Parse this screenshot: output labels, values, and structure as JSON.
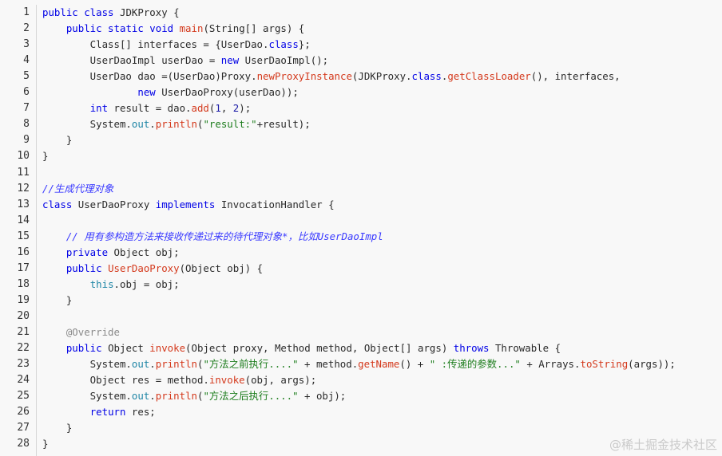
{
  "code_lines": [
    {
      "n": "1",
      "tokens": [
        [
          "kw",
          "public class "
        ],
        [
          "txt",
          "JDKProxy {"
        ]
      ]
    },
    {
      "n": "2",
      "tokens": [
        [
          "txt",
          "    "
        ],
        [
          "kw",
          "public static void "
        ],
        [
          "fn",
          "main"
        ],
        [
          "txt",
          "(String[] args) {"
        ]
      ]
    },
    {
      "n": "3",
      "tokens": [
        [
          "txt",
          "        Class[] interfaces = {UserDao."
        ],
        [
          "kw",
          "class"
        ],
        [
          "txt",
          "};"
        ]
      ]
    },
    {
      "n": "4",
      "tokens": [
        [
          "txt",
          "        UserDaoImpl userDao = "
        ],
        [
          "kw",
          "new "
        ],
        [
          "txt",
          "UserDaoImpl();"
        ]
      ]
    },
    {
      "n": "5",
      "tokens": [
        [
          "txt",
          "        UserDao dao =(UserDao)Proxy."
        ],
        [
          "fn",
          "newProxyInstance"
        ],
        [
          "txt",
          "(JDKProxy."
        ],
        [
          "kw",
          "class"
        ],
        [
          "txt",
          "."
        ],
        [
          "fn",
          "getClassLoader"
        ],
        [
          "txt",
          "(), interfaces,"
        ]
      ]
    },
    {
      "n": "6",
      "tokens": [
        [
          "txt",
          "                "
        ],
        [
          "kw",
          "new "
        ],
        [
          "txt",
          "UserDaoProxy(userDao));"
        ]
      ]
    },
    {
      "n": "7",
      "tokens": [
        [
          "txt",
          "        "
        ],
        [
          "kw",
          "int "
        ],
        [
          "txt",
          "result = dao."
        ],
        [
          "fn",
          "add"
        ],
        [
          "txt",
          "("
        ],
        [
          "num",
          "1"
        ],
        [
          "txt",
          ", "
        ],
        [
          "num",
          "2"
        ],
        [
          "txt",
          ");"
        ]
      ]
    },
    {
      "n": "8",
      "tokens": [
        [
          "txt",
          "        System."
        ],
        [
          "fld",
          "out"
        ],
        [
          "txt",
          "."
        ],
        [
          "fn",
          "println"
        ],
        [
          "txt",
          "("
        ],
        [
          "str",
          "\"result:\""
        ],
        [
          "txt",
          "+result);"
        ]
      ]
    },
    {
      "n": "9",
      "tokens": [
        [
          "txt",
          "    }"
        ]
      ]
    },
    {
      "n": "10",
      "tokens": [
        [
          "txt",
          "}"
        ]
      ]
    },
    {
      "n": "11",
      "tokens": []
    },
    {
      "n": "12",
      "tokens": [
        [
          "cmt",
          "//生成代理对象"
        ]
      ]
    },
    {
      "n": "13",
      "tokens": [
        [
          "kw",
          "class "
        ],
        [
          "txt",
          "UserDaoProxy "
        ],
        [
          "kw",
          "implements "
        ],
        [
          "txt",
          "InvocationHandler {"
        ]
      ]
    },
    {
      "n": "14",
      "tokens": []
    },
    {
      "n": "15",
      "tokens": [
        [
          "txt",
          "    "
        ],
        [
          "cmt",
          "// 用有参构造方法来接收传递过来的待代理对象*，比如UserDaoImpl"
        ]
      ]
    },
    {
      "n": "16",
      "tokens": [
        [
          "txt",
          "    "
        ],
        [
          "kw",
          "private "
        ],
        [
          "txt",
          "Object obj;"
        ]
      ]
    },
    {
      "n": "17",
      "tokens": [
        [
          "txt",
          "    "
        ],
        [
          "kw",
          "public "
        ],
        [
          "fn",
          "UserDaoProxy"
        ],
        [
          "txt",
          "(Object obj) {"
        ]
      ]
    },
    {
      "n": "18",
      "tokens": [
        [
          "txt",
          "        "
        ],
        [
          "fld",
          "this"
        ],
        [
          "txt",
          ".obj = obj;"
        ]
      ]
    },
    {
      "n": "19",
      "tokens": [
        [
          "txt",
          "    }"
        ]
      ]
    },
    {
      "n": "20",
      "tokens": []
    },
    {
      "n": "21",
      "tokens": [
        [
          "txt",
          "    "
        ],
        [
          "ann",
          "@Override"
        ]
      ]
    },
    {
      "n": "22",
      "tokens": [
        [
          "txt",
          "    "
        ],
        [
          "kw",
          "public "
        ],
        [
          "txt",
          "Object "
        ],
        [
          "fn",
          "invoke"
        ],
        [
          "txt",
          "(Object proxy, Method method, Object[] args) "
        ],
        [
          "kw",
          "throws "
        ],
        [
          "txt",
          "Throwable {"
        ]
      ]
    },
    {
      "n": "23",
      "tokens": [
        [
          "txt",
          "        System."
        ],
        [
          "fld",
          "out"
        ],
        [
          "txt",
          "."
        ],
        [
          "fn",
          "println"
        ],
        [
          "txt",
          "("
        ],
        [
          "str",
          "\"方法之前执行....\""
        ],
        [
          "txt",
          " + method."
        ],
        [
          "fn",
          "getName"
        ],
        [
          "txt",
          "() + "
        ],
        [
          "str",
          "\" :传递的参数...\""
        ],
        [
          "txt",
          " + Arrays."
        ],
        [
          "fn",
          "toString"
        ],
        [
          "txt",
          "(args));"
        ]
      ]
    },
    {
      "n": "24",
      "tokens": [
        [
          "txt",
          "        Object res = method."
        ],
        [
          "fn",
          "invoke"
        ],
        [
          "txt",
          "(obj, args);"
        ]
      ]
    },
    {
      "n": "25",
      "tokens": [
        [
          "txt",
          "        System."
        ],
        [
          "fld",
          "out"
        ],
        [
          "txt",
          "."
        ],
        [
          "fn",
          "println"
        ],
        [
          "txt",
          "("
        ],
        [
          "str",
          "\"方法之后执行....\""
        ],
        [
          "txt",
          " + obj);"
        ]
      ]
    },
    {
      "n": "26",
      "tokens": [
        [
          "txt",
          "        "
        ],
        [
          "kw",
          "return "
        ],
        [
          "txt",
          "res;"
        ]
      ]
    },
    {
      "n": "27",
      "tokens": [
        [
          "txt",
          "    }"
        ]
      ]
    },
    {
      "n": "28",
      "tokens": [
        [
          "txt",
          "}"
        ]
      ]
    }
  ],
  "watermark": "@稀土掘金技术社区",
  "colors": {
    "background": "#f8f8f8",
    "keyword": "#0000e6",
    "function": "#d4391c",
    "field": "#1f86a6",
    "string": "#1d7d1d",
    "comment": "#3b3bff",
    "annotation": "#8a8a8a"
  }
}
